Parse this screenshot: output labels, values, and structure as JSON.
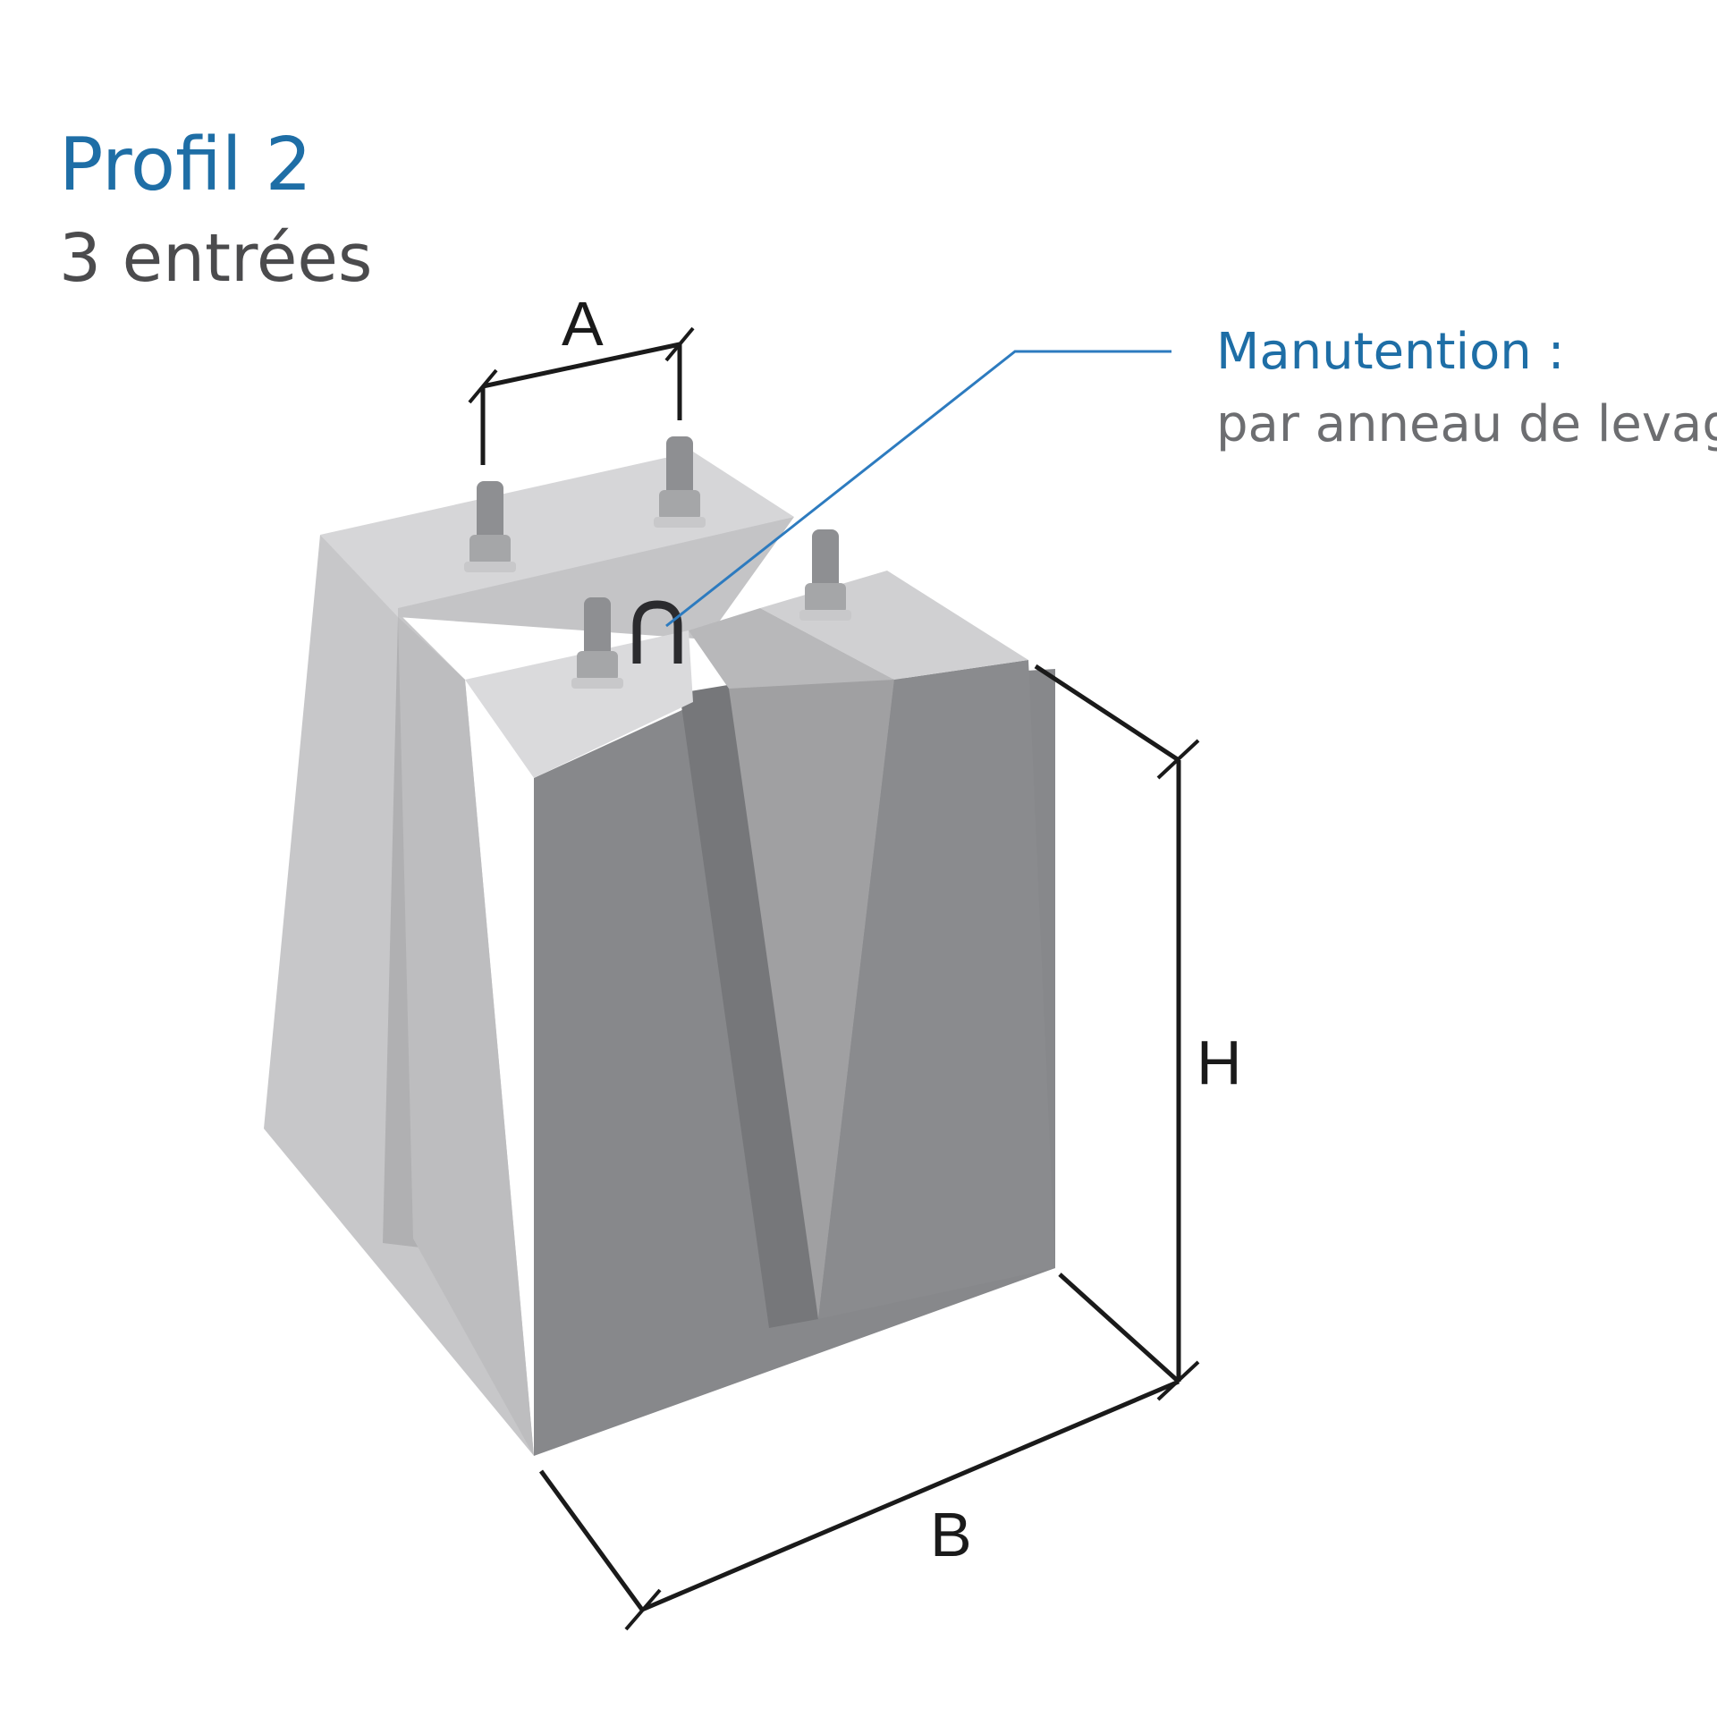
{
  "header": {
    "title": "Profil 2",
    "subtitle": "3 entrées"
  },
  "callout": {
    "title": "Manutention :",
    "subtitle": "par anneau de levage"
  },
  "dimensions": {
    "a": "A",
    "b": "B",
    "h": "H"
  },
  "colors": {
    "title_blue": "#1e6ea6",
    "leader_line": "#2d7bbf",
    "subtitle_gray": "#4b4b4d",
    "concrete_light": "#d4d4d6",
    "concrete_mid": "#b3b3b5",
    "concrete_dark": "#858689",
    "dimension_line": "#1a1a1a"
  }
}
